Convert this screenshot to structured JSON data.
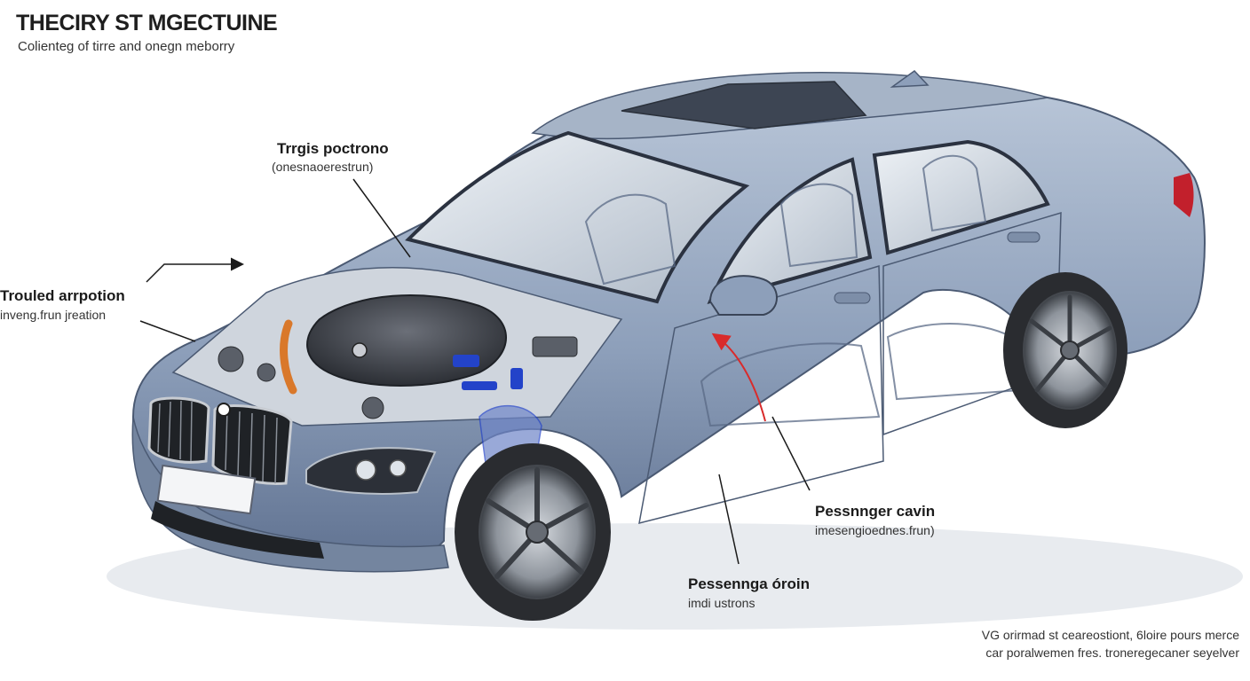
{
  "header": {
    "title": "THECIRY ST MGECTUINE",
    "subtitle": "Colienteg of tirre and onegn meborry"
  },
  "callouts": {
    "top": {
      "title": "Trrgis poctrono",
      "sub": "(onesnaoerestrun)"
    },
    "left": {
      "title": "Trouled arrpotion",
      "sub": "inveng.frun jreation"
    },
    "right": {
      "title": "Pessnnger cavin",
      "sub": "imesengioednes.frun)"
    },
    "bottom": {
      "title": "Pessennga óroin",
      "sub": "imdi ustrons"
    }
  },
  "footnote": {
    "line1": "VG orirmad st ceareostiont, 6loire pours merce",
    "line2": "car poralwemen fres. troneregecaner seyelver"
  },
  "colors": {
    "body": "#8d9fba",
    "body_dark": "#5f7190",
    "body_light": "#b7c5d8",
    "glass": "#d6dde6",
    "engine": "#3a3d44",
    "accent_blue": "#2343c9",
    "accent_orange": "#d9782a",
    "pointer_red": "#d92b2b",
    "tire": "#2a2c30"
  }
}
